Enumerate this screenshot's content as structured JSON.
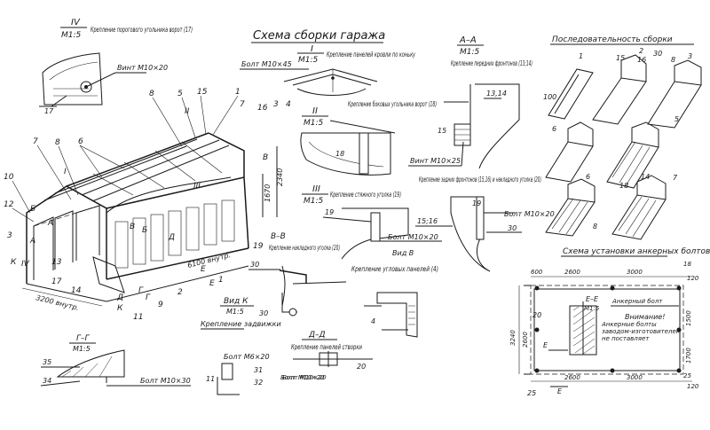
{
  "title": "Схема сборки гаража",
  "detail_iv": {
    "mark": "IV",
    "scale": "M1:5",
    "caption": "Крепление порогового угольника ворот (17)",
    "bolt": "Винт M10×20",
    "part": "17"
  },
  "detail_i": {
    "mark": "I",
    "scale": "M1:5",
    "caption": "Крепление панелей кровли по коньку",
    "bolt": "Болт M10×45"
  },
  "detail_aa": {
    "mark": "А–А",
    "scale": "M1:5",
    "caption": "Крепление передних фронтонов (13;14)",
    "part1": "13,14",
    "part2": "15",
    "bolt": "Винт M10×25"
  },
  "detail_ii": {
    "mark": "II",
    "scale": "M1:5",
    "caption": "Крепление боковых угольника ворот (18)",
    "part": "18"
  },
  "detail_rear": {
    "caption": "Крепление задних фронтонов (15,16) и накладного уголка (20)",
    "part1": "19",
    "part2": "15;16",
    "bolt": "Болт M10×20",
    "part3": "30"
  },
  "detail_iii": {
    "mark": "III",
    "scale": "M1:5",
    "caption": "Крепление стяжного уголка (19)",
    "part1": "19",
    "bolt": "Болт M10×20",
    "view": "Вид В"
  },
  "detail_vv": {
    "mark": "В–В",
    "caption": "Крепление накладного уголка (20)",
    "part": "30"
  },
  "detail_corner": {
    "caption": "Крепление угловых панелей (4)",
    "part": "4"
  },
  "detail_k": {
    "mark": "Вид К",
    "scale": "M1:5",
    "caption": "Крепление задвижки",
    "part": "30"
  },
  "detail_dd": {
    "mark": "Д–Д",
    "caption": "Крепление панелей створки",
    "part": "20",
    "bolt": "Болт M10×20"
  },
  "detail_gg": {
    "mark": "Г–Г",
    "scale": "M1:5",
    "part1": "35",
    "part2": "34",
    "bolt": "Болт M10×30",
    "part3": "11"
  },
  "detail_m6": {
    "bolt1": "Болт M6×20",
    "part1": "31",
    "part2": "32",
    "bolt2": "Болт M10×20"
  },
  "garage": {
    "labels": [
      "8",
      "5",
      "15",
      "1",
      "7",
      "16",
      "3",
      "4",
      "6",
      "7",
      "8",
      "10",
      "12",
      "3",
      "13",
      "17",
      "14",
      "2",
      "9",
      "11",
      "1",
      "19",
      "I",
      "II",
      "III",
      "IV",
      "А",
      "Б",
      "В",
      "Г",
      "Д",
      "Е",
      "К",
      "К",
      "А",
      "Б",
      "В",
      "Г",
      "Д",
      "Е"
    ],
    "len_label": "6100 внутр.",
    "width_label": "3200 внутр.",
    "height_label": "2340",
    "height2_label": "1670"
  },
  "sequence": {
    "title": "Последовательность сборки",
    "labels": [
      "1",
      "2",
      "15",
      "16",
      "30",
      "8",
      "3",
      "100",
      "6",
      "5",
      "14",
      "18",
      "6",
      "7",
      "8"
    ]
  },
  "install": {
    "title": "Схема установки анкерных болтов",
    "dims_top": [
      "600",
      "2600",
      "3000",
      "18",
      "120"
    ],
    "dims_bottom": [
      "2600",
      "3000",
      "25",
      "120"
    ],
    "dims_left": [
      "3240",
      "2600"
    ],
    "dims_right": [
      "1500",
      "1700"
    ],
    "anchor": "Анкерный болт",
    "section": "Е–Е",
    "scale": "M1:5",
    "note_title": "Внимание!",
    "note": "Анкерные болты заводом-изготовителем не поставляет",
    "labels": [
      "Е",
      "Е",
      "25",
      "20"
    ]
  }
}
